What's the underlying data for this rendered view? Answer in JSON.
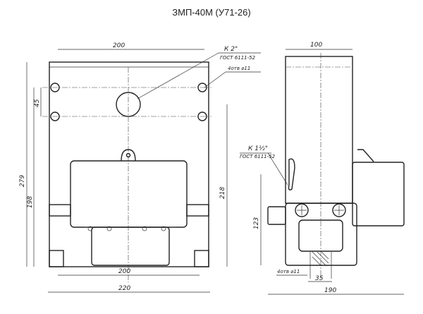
{
  "title": "ЗМП-40М (У71-26)",
  "front_view": {
    "dim_top_width": "200",
    "dim_bottom_inner": "200",
    "dim_bottom_outer": "220",
    "dim_height_total": "279",
    "dim_height_198": "198",
    "dim_hole_spacing": "45",
    "dim_height_218": "218",
    "callout_thread": "К 2\"",
    "callout_thread_std": "ГОСТ 6111-52",
    "callout_holes": "4отв ⌀11"
  },
  "side_view": {
    "dim_top_width": "100",
    "dim_height_123": "123",
    "dim_width_190": "190",
    "dim_35": "35",
    "callout_thread": "К 1½\"",
    "callout_thread_std": "ГОСТ 6111-52",
    "callout_holes": "4отв ⌀11"
  }
}
